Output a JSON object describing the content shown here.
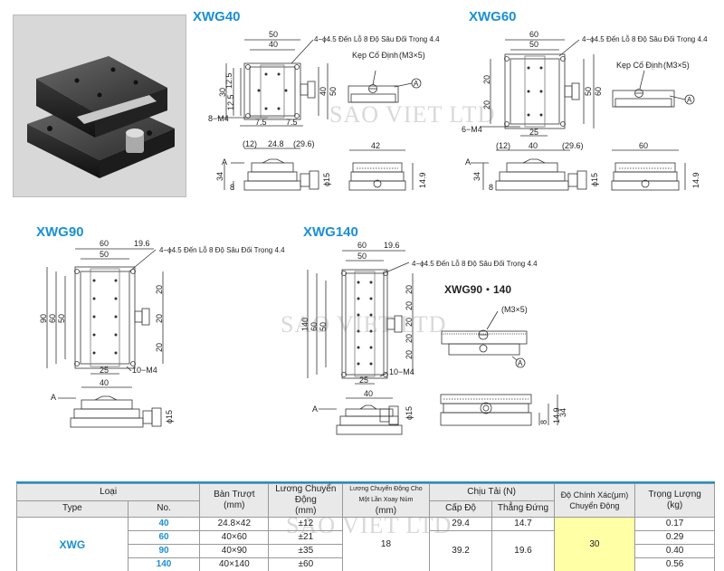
{
  "titles": {
    "xwg40": "XWG40",
    "xwg60": "XWG60",
    "xwg90": "XWG90",
    "xwg140": "XWG140",
    "xwg90_140": "XWG90・140"
  },
  "annotations": {
    "holes": "4−ϕ4.5 Đến Lỗ 8 Độ Sâu Đối Trọng 4.4",
    "clamp": "Kẹp Cố Định",
    "m3x5": "(M3×5)",
    "m4_8": "8−M4",
    "m4_6": "6−M4",
    "m4_10": "10−M4",
    "arrow_a": "A",
    "circle_a": "A"
  },
  "dims": {
    "xwg40": {
      "w50": "50",
      "w40": "40",
      "h30": "30",
      "h12a": "12.5",
      "h12b": "12.5",
      "h40": "40",
      "h50": "50",
      "b75a": "7.5",
      "b75b": "7.5",
      "s12": "(12)",
      "s248": "24.8",
      "s296": "(29.6)",
      "s42": "42",
      "h34": "34",
      "h8": "8",
      "d15": "ϕ15",
      "h149": "14.9"
    },
    "xwg60": {
      "w60": "60",
      "w50": "50",
      "h20a": "20",
      "h20b": "20",
      "h50": "50",
      "h60": "60",
      "b25": "25",
      "s12": "(12)",
      "s40": "40",
      "s296": "(29.6)",
      "s60": "60",
      "h34": "34",
      "h8": "8",
      "d15": "ϕ15",
      "h149": "14.9"
    },
    "xwg90": {
      "w60": "60",
      "w50": "50",
      "w196": "19.6",
      "h90": "90",
      "h60": "60",
      "h50": "50",
      "h20a": "20",
      "h20b": "20",
      "h20c": "20",
      "b25": "25",
      "s40": "40",
      "d15": "ϕ15"
    },
    "xwg140": {
      "w60": "60",
      "w50": "50",
      "w196": "19.6",
      "h140": "140",
      "h60": "60",
      "h50": "50",
      "h20a": "20",
      "h20b": "20",
      "h20c": "20",
      "h20d": "20",
      "h20e": "20",
      "b25": "25",
      "s40": "40",
      "d15": "ϕ15"
    },
    "xwg90_140": {
      "h8": "8",
      "h149": "14.9",
      "h34": "34"
    }
  },
  "watermark": "SAO VIET LTD",
  "table": {
    "h_loai": "Loại",
    "h_type": "Type",
    "h_no": "No.",
    "h_ban": "Bàn Trượt",
    "h_mm": "(mm)",
    "h_luong": "Lương Chuyển Động",
    "h_luong_mm": "(mm)",
    "h_mot": "Lương Chuyển Động Cho Một Lần Xoay Núm",
    "h_mot_mm": "(mm)",
    "h_chiu": "Chịu Tải (N)",
    "h_capdo": "Cấp Độ",
    "h_thang": "Thẳng Đứng",
    "h_do": "Độ Chính Xác(μm)",
    "h_do2": "Chuyển Động",
    "h_trong": "Trọng Lượng",
    "h_kg": "(kg)",
    "type": "XWG",
    "rows": [
      {
        "no": "40",
        "ban": "24.8×42",
        "luong": "±12",
        "trong": "0.17"
      },
      {
        "no": "60",
        "ban": "40×60",
        "luong": "±21",
        "trong": "0.29"
      },
      {
        "no": "90",
        "ban": "40×90",
        "luong": "±35",
        "trong": "0.40"
      },
      {
        "no": "140",
        "ban": "40×140",
        "luong": "±60",
        "trong": "0.56"
      }
    ],
    "mot": "18",
    "cap1": "29.4",
    "cap2": "39.2",
    "thang1": "14.7",
    "thang2": "19.6",
    "do": "30"
  }
}
